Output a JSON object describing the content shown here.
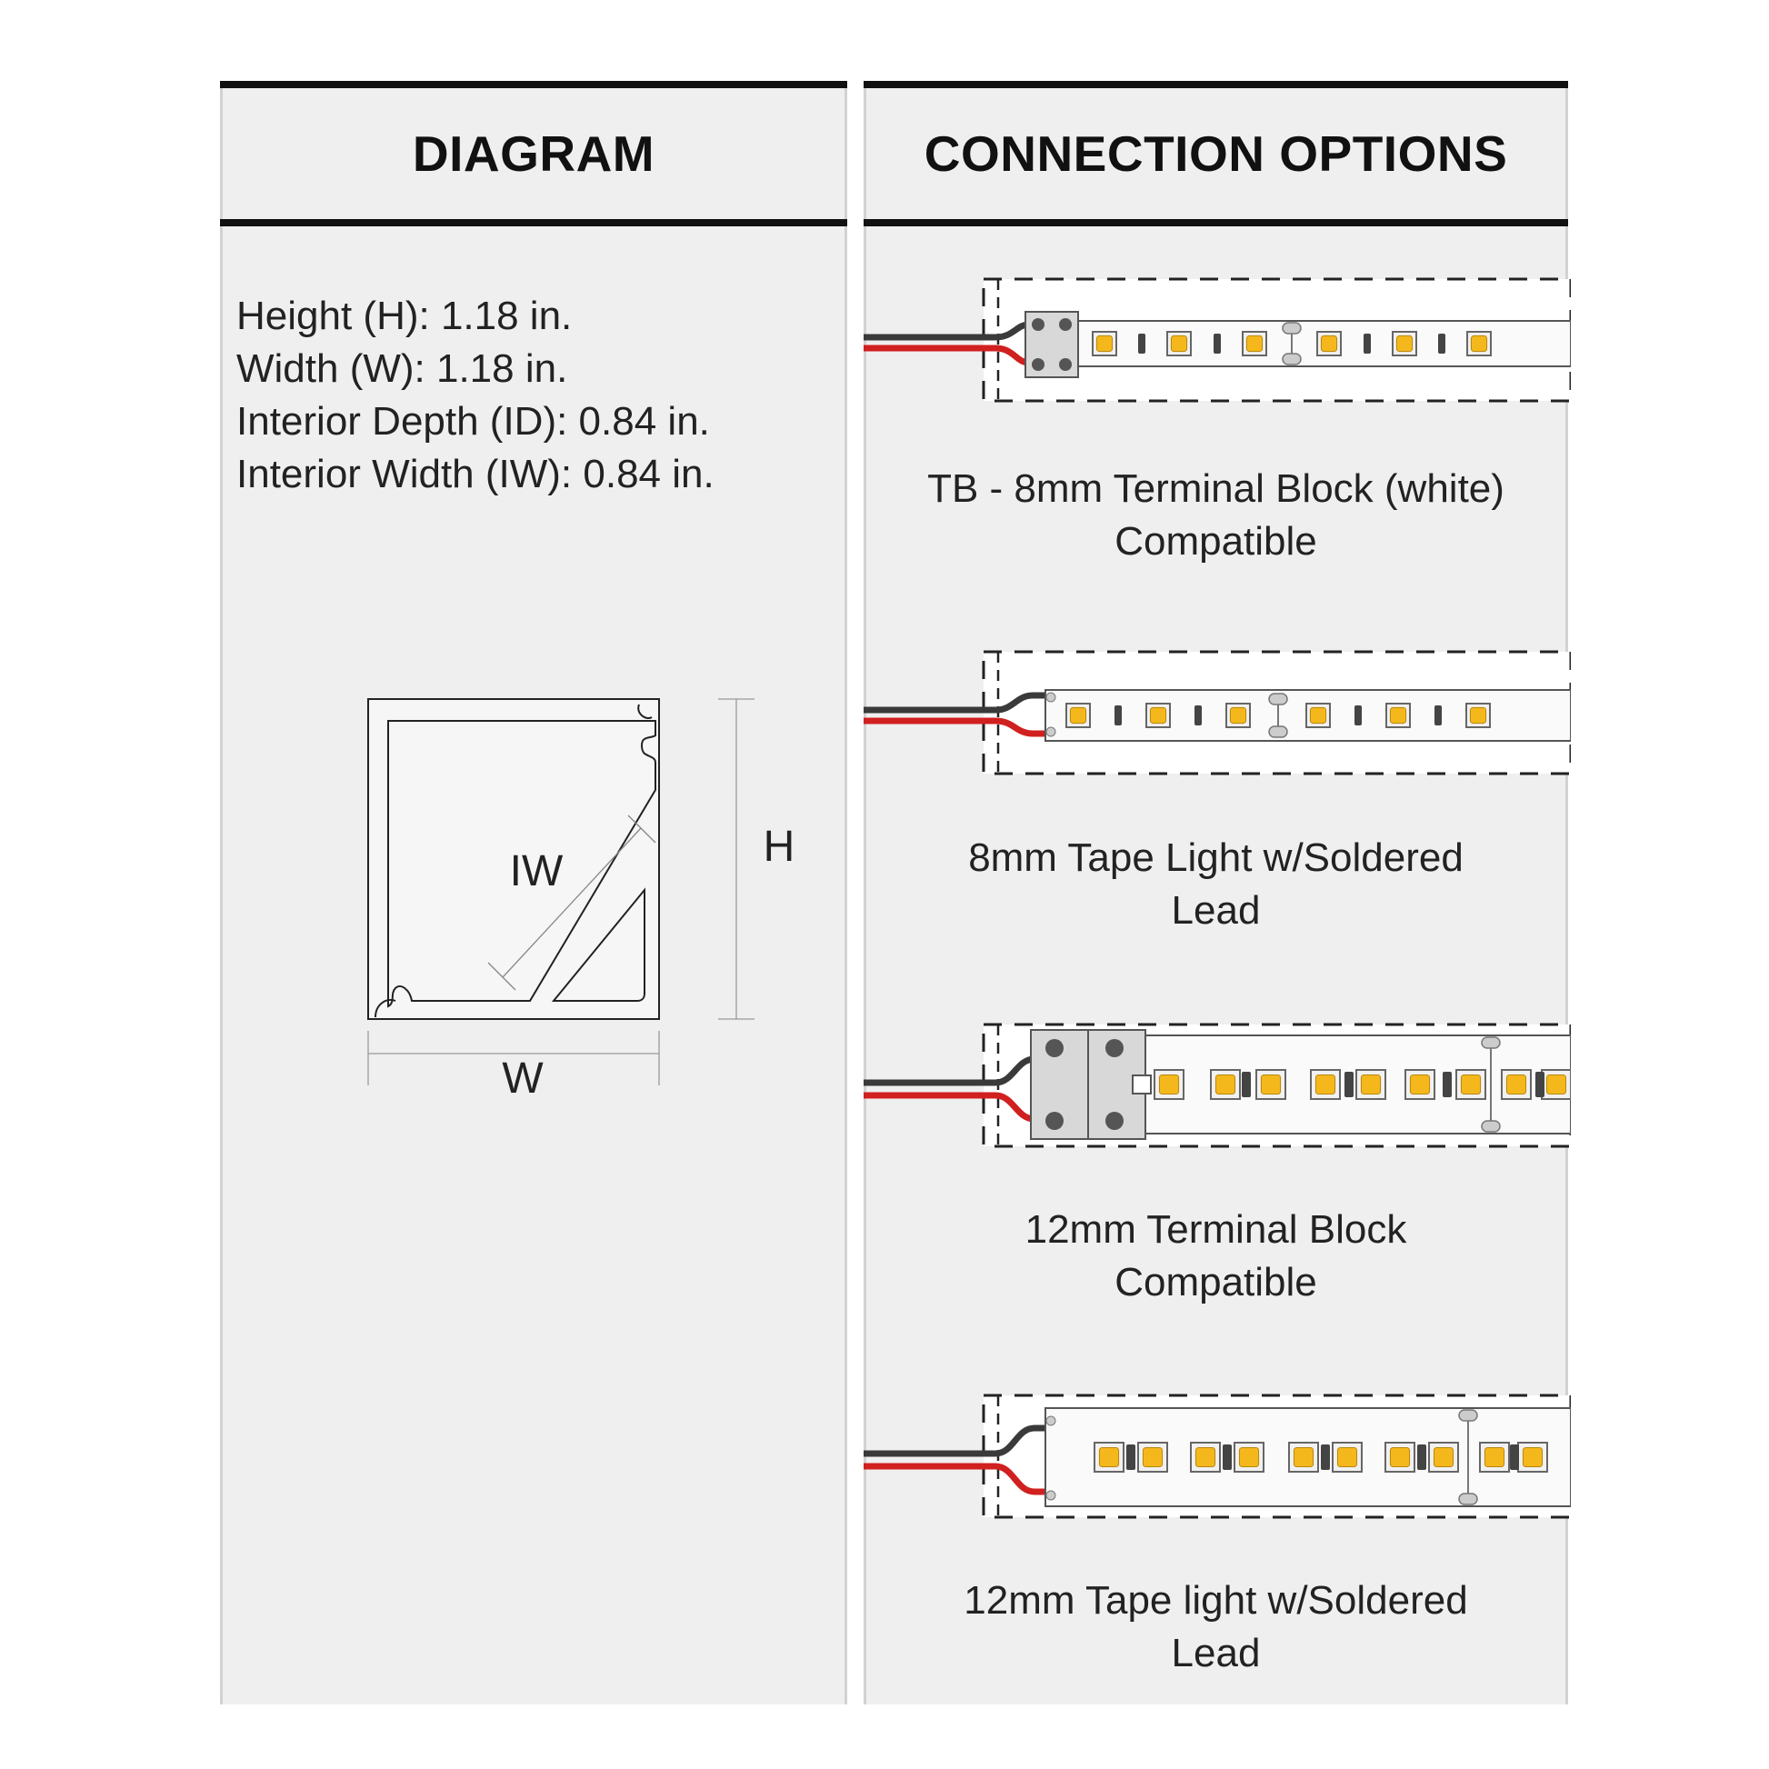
{
  "diagram": {
    "title": "DIAGRAM",
    "specs": [
      "Height (H): 1.18 in.",
      "Width (W): 1.18 in.",
      "Interior Depth (ID): 0.84 in.",
      "Interior Width (IW): 0.84 in."
    ],
    "labels": {
      "iw": "IW",
      "h": "H",
      "w": "W"
    }
  },
  "connections": {
    "title": "CONNECTION OPTIONS",
    "options": [
      {
        "line1": "TB - 8mm Terminal Block (white)",
        "line2": "Compatible"
      },
      {
        "line1": "8mm Tape Light w/Soldered",
        "line2": "Lead"
      },
      {
        "line1": "12mm Terminal Block",
        "line2": "Compatible"
      },
      {
        "line1": "12mm Tape light w/Soldered",
        "line2": "Lead"
      }
    ]
  },
  "colors": {
    "panel": "#efefef",
    "header_rule": "#111111",
    "wire_black": "#3a3a3a",
    "wire_red": "#d0201f",
    "led": "#f5b81c"
  }
}
